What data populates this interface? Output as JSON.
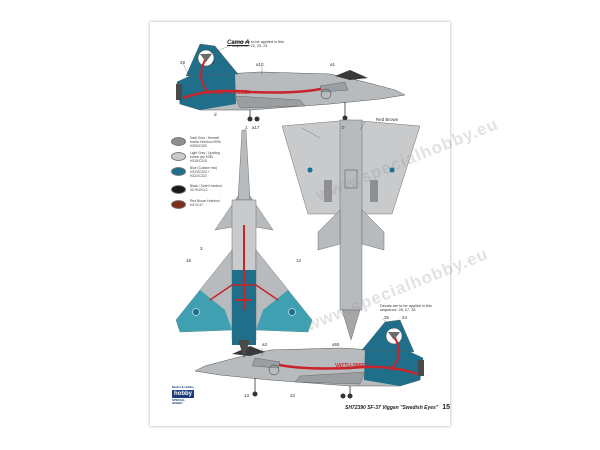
{
  "page": {
    "camo_title": "Camo A",
    "decal_note_top": "Decals are to be applied in this sequence: 22, 23, 24",
    "decal_note_bottom": "Decals are to be applied in this sequence: 26, 27, 28",
    "callout_red_brown": "Red Brown",
    "fuselage_text": "VATTU-SMIEDI",
    "page_number": "15",
    "kit_caption": "SH72390  SF-37 Viggen \"Swedish Eyes\"",
    "watermark": "www.specialhobby.eu"
  },
  "paint_legend": [
    {
      "label": "Dark Grey / Hmmelt boxfar Humbrol 5096 H305/C305",
      "color": "#8e8f92"
    },
    {
      "label": "Light Grey / Ljusfärg boxfar gra 5336 H315/C315",
      "color": "#c8cacc"
    },
    {
      "label": "Blue (Custom mix) H323/C323 + H322/C322",
      "color": "#1f6f8b"
    },
    {
      "label": "Black / Svart Humbrol 33 H12/C12",
      "color": "#1a1a1a"
    },
    {
      "label": "Red Brown Humbrol H47/C47",
      "color": "#7a2e1c"
    }
  ],
  "callout_numbers": [
    "29",
    "2",
    "a10",
    "a1",
    "a17",
    "d",
    "1",
    "b",
    "16",
    "12",
    "3",
    "a3",
    "26",
    "24",
    "13",
    "22",
    "a55"
  ],
  "colors": {
    "blue": "#1f6f8b",
    "teal": "#3ea0b0",
    "grey": "#b8bbbe",
    "dark_grey": "#8e8f92",
    "red": "#c8242a"
  },
  "brand": {
    "top": "Model & Hobby",
    "name": "hobby",
    "bottom": "SPECIAL HOBBY"
  }
}
